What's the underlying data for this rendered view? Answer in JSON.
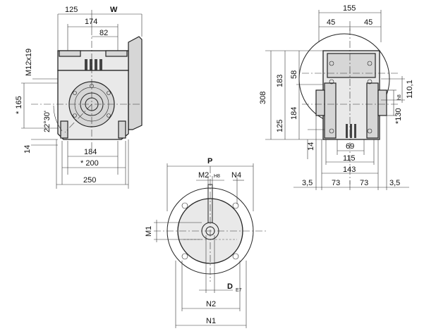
{
  "dims": {
    "d125": "125",
    "w": "W",
    "d174": "174",
    "d82": "82",
    "m12x19": "M12x19",
    "s165": "* 165",
    "a2230": "22°30'",
    "d14a": "14",
    "d184a": "184",
    "s200": "* 200",
    "d250": "250",
    "d155": "155",
    "d45a": "45",
    "d45b": "45",
    "d308": "308",
    "d183": "183",
    "d58": "58",
    "d1101": "110,1",
    "d184b": "184",
    "s130": "*130",
    "h8b": "h8",
    "d125b": "125",
    "d14b": "14",
    "d69": "69",
    "d115": "115",
    "d143": "143",
    "d35a": "3,5",
    "d73a": "73",
    "d73b": "73",
    "d35b": "3,5",
    "p": "P",
    "m2": "M2",
    "h8a": "H8",
    "n4": "N4",
    "m1": "M1",
    "d": "D",
    "e7": "E7",
    "n2": "N2",
    "n1": "N1"
  }
}
